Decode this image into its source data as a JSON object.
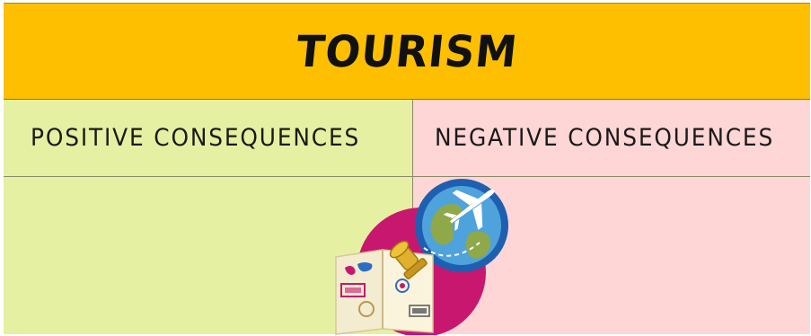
{
  "title": "TOURISM",
  "columns": [
    {
      "header": "POSITIVE CONSEQUENCES"
    },
    {
      "header": "NEGATIVE CONSEQUENCES"
    }
  ],
  "colors": {
    "title_background": "#fdbf00",
    "positive_background": "#e6f0a2",
    "negative_background": "#ffd6d6",
    "illustration_circle": "#c8176f",
    "globe_ocean": "#1f5fb0",
    "globe_land": "#8fa84a"
  },
  "illustration": {
    "icons": [
      "passport-icon",
      "airplane-icon",
      "globe-icon",
      "rubber-stamp-icon"
    ]
  }
}
